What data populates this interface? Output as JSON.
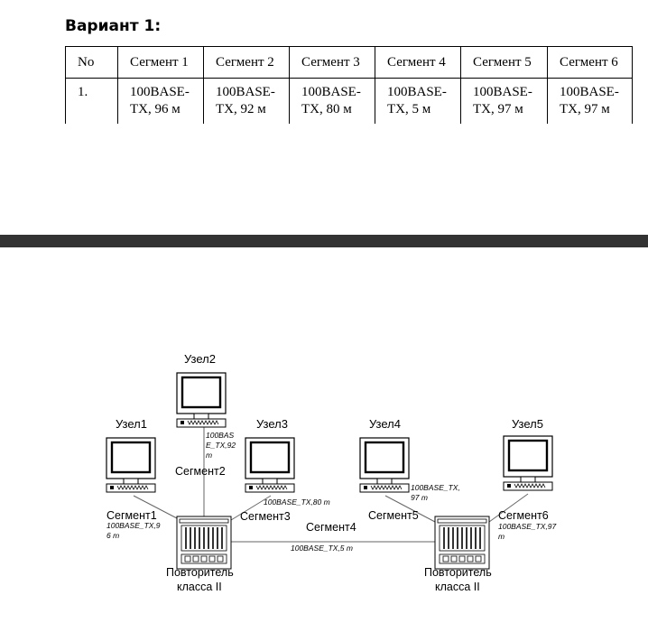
{
  "title": "Вариант 1:",
  "table": {
    "headers": [
      "No",
      "Сегмент 1",
      "Сегмент 2",
      "Сегмент 3",
      "Сегмент 4",
      "Сегмент 5",
      "Сегмент 6"
    ],
    "row": [
      [
        "1."
      ],
      [
        "100BASE-",
        "TX, 96 м"
      ],
      [
        "100BASE-",
        "TX, 92 м"
      ],
      [
        "100BASE-",
        "TX, 80 м"
      ],
      [
        "100BASE-",
        "TX, 5 м"
      ],
      [
        "100BASE-",
        "TX, 97 м"
      ],
      [
        "100BASE-",
        "TX, 97 м"
      ]
    ]
  },
  "diagram": {
    "nodes": {
      "node1": "Узел1",
      "node2": "Узел2",
      "node3": "Узел3",
      "node4": "Узел4",
      "node5": "Узел5"
    },
    "segments": {
      "seg1": "Сегмент1",
      "seg2": "Сегмент2",
      "seg3": "Сегмент3",
      "seg4": "Сегмент4",
      "seg5": "Сегмент5",
      "seg6": "Сегмент6"
    },
    "segment_labels": {
      "seg1_a": "100BASE_TX,9",
      "seg1_b": "6 m",
      "seg2_a": "100BAS",
      "seg2_b": "E_TX,92",
      "seg2_c": "m",
      "seg3": "100BASE_TX,80 m",
      "seg4": "100BASE_TX,5 m",
      "seg5_a": "100BASE_TX,",
      "seg5_b": "97 m",
      "seg6_a": "100BASE_TX,97",
      "seg6_b": "m"
    },
    "repeaters": {
      "left_a": "Повторитель",
      "left_b": "класса II",
      "right_a": "Повторитель",
      "right_b": "класса II"
    }
  }
}
